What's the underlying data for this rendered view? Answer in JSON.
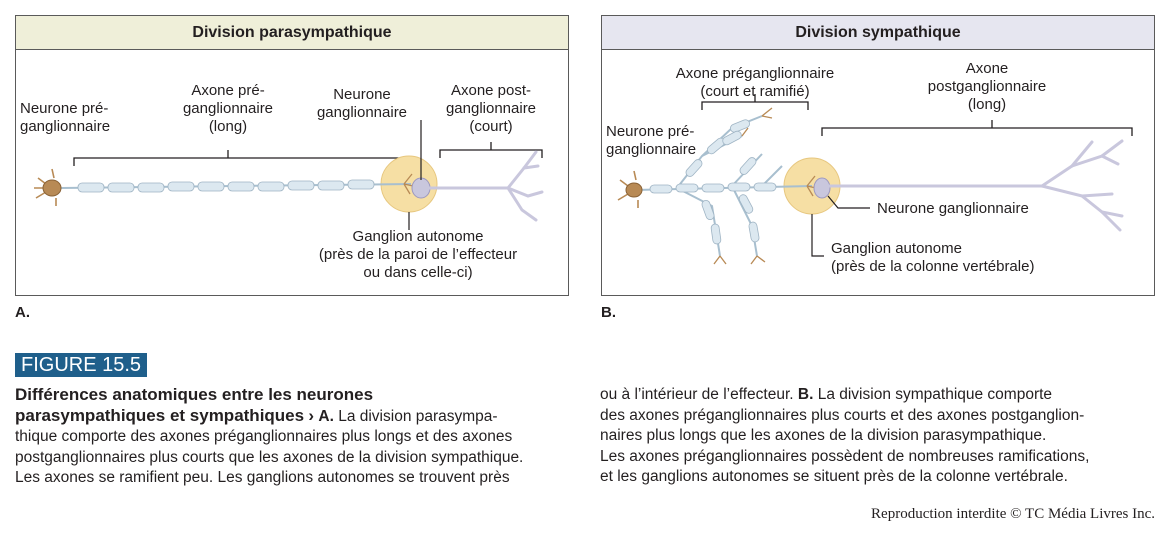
{
  "panel_a": {
    "header": "Division parasympathique",
    "letter": "A.",
    "labels": {
      "preganglionic_neuron": [
        "Neurone pré-",
        "ganglionnaire"
      ],
      "preganglionic_axon": [
        "Axone pré-",
        "ganglionnaire",
        "(long)"
      ],
      "ganglionic_neuron": [
        "Neurone",
        "ganglionnaire"
      ],
      "postganglionic_axon": [
        "Axone post-",
        "ganglionnaire",
        "(court)"
      ],
      "autonomic_ganglion": [
        "Ganglion autonome",
        "(près de la paroi de l’effecteur",
        "ou dans celle-ci)"
      ]
    }
  },
  "panel_b": {
    "header": "Division sympathique",
    "letter": "B.",
    "labels": {
      "preganglionic_axon": [
        "Axone préganglionnaire",
        "(court et ramifié)"
      ],
      "postganglionic_axon": [
        "Axone",
        "postganglionnaire",
        "(long)"
      ],
      "preganglionic_neuron": [
        "Neurone pré-",
        "ganglionnaire"
      ],
      "ganglionic_neuron": "Neurone ganglionnaire",
      "autonomic_ganglion": [
        "Ganglion autonome",
        "(près de la colonne vertébrale)"
      ]
    }
  },
  "figure": {
    "number": "FIGURE 15.5",
    "title_lines": [
      "Différences anatomiques entre les neurones",
      "parasympathiques et sympathiques"
    ],
    "arrow": "›",
    "marker_a": "A.",
    "text_a_first": " La division parasympa-",
    "text_left_lines": [
      "thique comporte des axones préganglionnaires plus longs et des axones",
      "postganglionnaires plus courts que les axones de la division sympathique.",
      "Les axones se ramifient peu. Les ganglions autonomes se trouvent près"
    ],
    "text_right_first": "ou à l’intérieur de l’effecteur. ",
    "marker_b": "B.",
    "text_b_first": " La division sympathique comporte",
    "text_right_lines": [
      "des axones préganglionnaires plus courts et des axones postganglion-",
      "naires plus longs que les axones de la division parasympathique.",
      "Les axones préganglionnaires possèdent de nombreuses ramifications,",
      "et les ganglions autonomes se situent près de la colonne vertébrale."
    ]
  },
  "credit": "Reproduction interdite © TC Média Livres Inc.",
  "colors": {
    "header_a": "#efefd9",
    "header_b": "#e6e6f0",
    "ganglion": "#f6dfa4",
    "myelin": "#dce8f0",
    "neuron_body": "#b88a55",
    "post_axon": "#c9c7dd",
    "figure_badge": "#1f5f8b"
  }
}
